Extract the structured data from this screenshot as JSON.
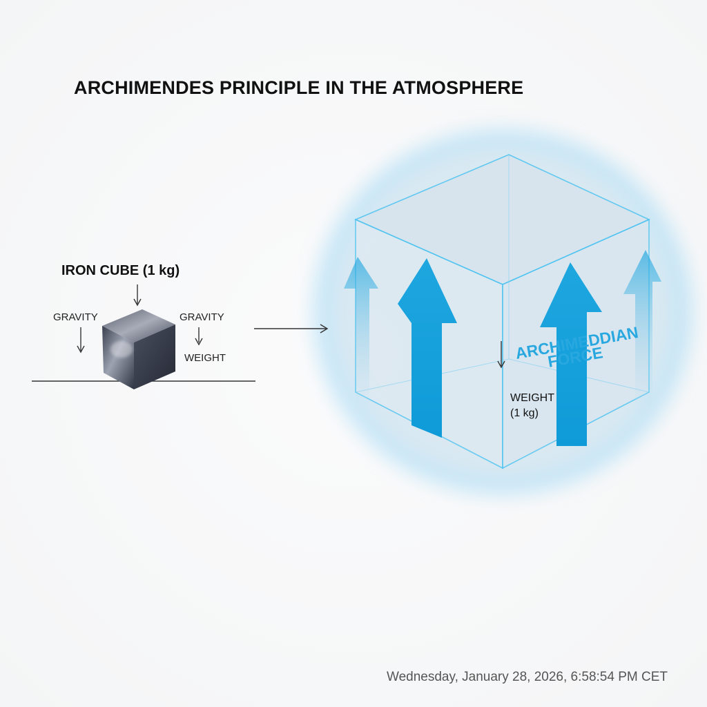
{
  "title": "ARCHIMENDES PRINCIPLE IN THE ATMOSPHERE",
  "iron_cube": {
    "label": "IRON CUBE (1 kg)",
    "gravity_left": "GRAVITY",
    "gravity_right": "GRAVITY",
    "weight": "WEIGHT"
  },
  "big_cube": {
    "force_line1": "ARCHIMEDDIAN",
    "force_line2": "FORCE",
    "weight_line1": "WEIGHT",
    "weight_line2": "(1 kg)"
  },
  "timestamp": "Wednesday, January 28, 2026, 6:58:54 PM CET",
  "colors": {
    "accent_blue": "#1ea6df",
    "glow_blue": "#8fd3f5",
    "iron_dark": "#3c4150"
  }
}
